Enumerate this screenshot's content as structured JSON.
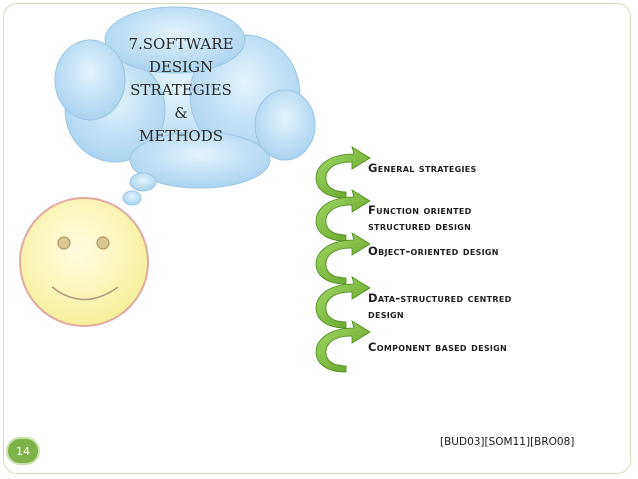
{
  "cloud": {
    "lines": [
      "7.SOFTWARE",
      "DESIGN",
      "STRATEGIES",
      "&",
      "METHODS"
    ]
  },
  "methods": [
    {
      "line1": "General strategies",
      "line2": ""
    },
    {
      "line1": "Function oriented",
      "line2": "structured design"
    },
    {
      "line1": "Object-oriented design",
      "line2": ""
    },
    {
      "line1": "Data-structured centred",
      "line2": "design"
    },
    {
      "line1": "Component based design",
      "line2": ""
    }
  ],
  "footer": {
    "slide_number": "14",
    "citation": "[BUD03][SOM11][BRO08]"
  },
  "colors": {
    "cloud_fill": "#b8dcf3",
    "face_fill": "#fbf6b0",
    "face_outline": "#e0a9a1",
    "arrow_green": "#7cbb30",
    "slide_number_bg": "#7fb24b"
  },
  "icons": [
    "thought-cloud",
    "smiley-face-icon",
    "curved-arrow-icon"
  ]
}
